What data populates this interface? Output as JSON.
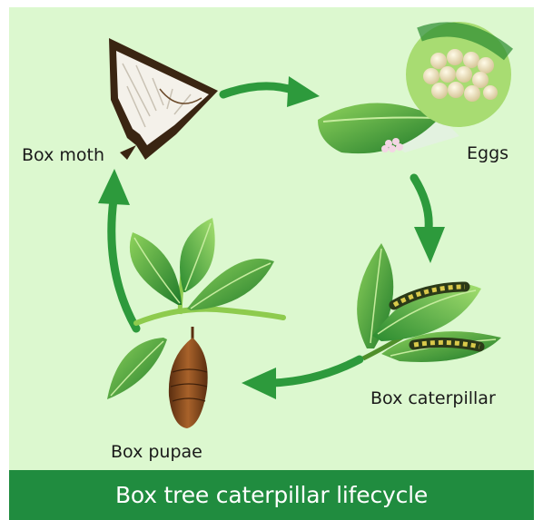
{
  "title": "Box tree caterpillar lifecycle",
  "stages": {
    "moth": "Box moth",
    "eggs": "Eggs",
    "caterpillar": "Box caterpillar",
    "pupae": "Box pupae"
  },
  "colors": {
    "background": "#dcf8cf",
    "footer": "#208c3f",
    "arrow": "#2d9a3c",
    "leaf_dark": "#1f7a2a",
    "leaf_light": "#6fc04a"
  },
  "icons": [
    "moth-illustration",
    "egg-leaf-illustration",
    "caterpillar-leaf-illustration",
    "pupa-branch-illustration",
    "cycle-arrows"
  ]
}
